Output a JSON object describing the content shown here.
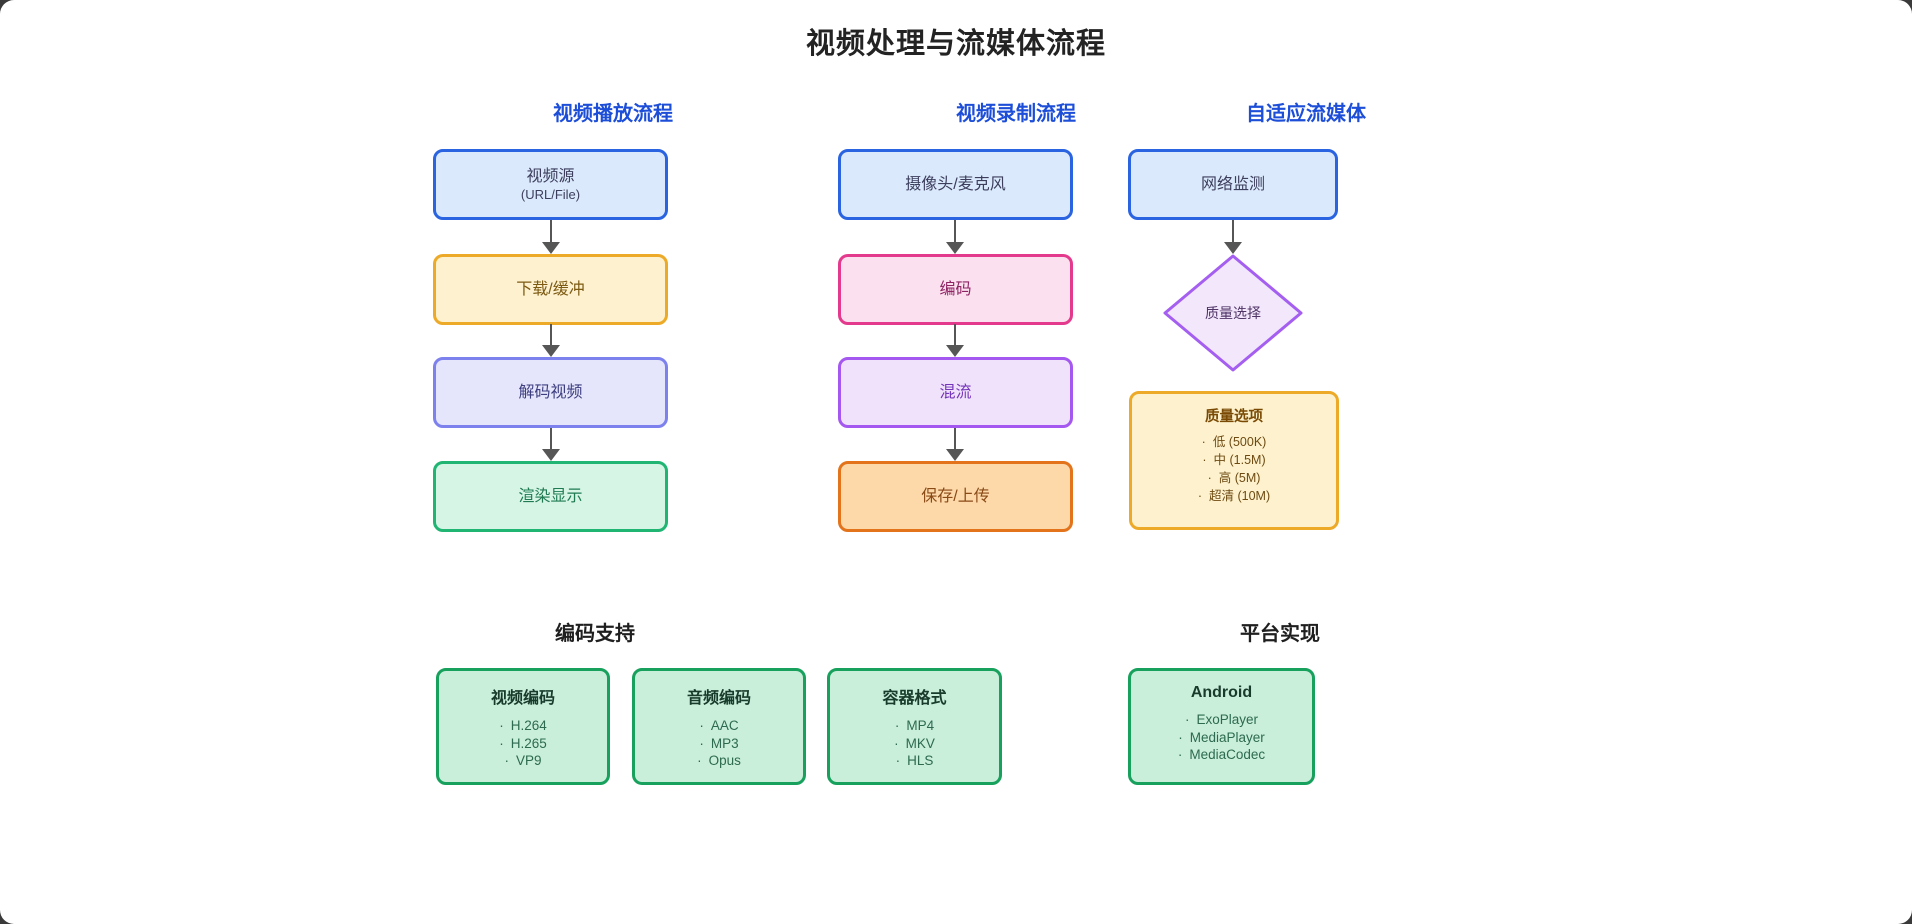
{
  "title": "视频处理与流媒体流程",
  "flows": {
    "playback": {
      "header": "视频播放流程",
      "nodes": {
        "source": {
          "label": "视频源",
          "sublabel": "(URL/File)"
        },
        "buffer": {
          "label": "下载/缓冲"
        },
        "decode": {
          "label": "解码视频"
        },
        "render": {
          "label": "渲染显示"
        }
      }
    },
    "recording": {
      "header": "视频录制流程",
      "nodes": {
        "capture": {
          "label": "摄像头/麦克风"
        },
        "encode": {
          "label": "编码"
        },
        "mux": {
          "label": "混流"
        },
        "save": {
          "label": "保存/上传"
        }
      }
    },
    "adaptive": {
      "header": "自适应流媒体",
      "nodes": {
        "monitor": {
          "label": "网络监测"
        },
        "quality": {
          "label": "质量选择"
        }
      },
      "quality_card": {
        "title": "质量选项",
        "items": [
          "低 (500K)",
          "中 (1.5M)",
          "高 (5M)",
          "超清 (10M)"
        ]
      }
    }
  },
  "sections": {
    "codecs": {
      "header": "编码支持",
      "cards": {
        "video": {
          "title": "视频编码",
          "items": [
            "H.264",
            "H.265",
            "VP9"
          ]
        },
        "audio": {
          "title": "音频编码",
          "items": [
            "AAC",
            "MP3",
            "Opus"
          ]
        },
        "container": {
          "title": "容器格式",
          "items": [
            "MP4",
            "MKV",
            "HLS"
          ]
        }
      }
    },
    "platform": {
      "header": "平台实现",
      "cards": {
        "android": {
          "title": "Android",
          "items": [
            "ExoPlayer",
            "MediaPlayer",
            "MediaCodec"
          ]
        }
      }
    }
  },
  "colors": {
    "flow_header_blue": "#1d4ed8",
    "arrow_gray": "#565656",
    "node_blue_fill": "#dbe9fc",
    "node_blue_border": "#2a64e0",
    "node_yellow_fill": "#fdf1cf",
    "node_yellow_border": "#edaa28",
    "node_lavender_fill": "#e5e5fb",
    "node_lavender_border": "#7d81ee",
    "node_green_fill": "#d6f5e5",
    "node_green_border": "#20b573",
    "node_pink_fill": "#fbe1ef",
    "node_pink_border": "#e43a8e",
    "node_purple_fill": "#f1e2fc",
    "node_purple_border": "#a458f0",
    "node_orange_fill": "#fdd9aa",
    "node_orange_border": "#e3741c",
    "diamond_fill": "#f3e7fc",
    "diamond_border": "#a55ff0",
    "card_green_fill": "#c9eeda",
    "card_green_border": "#17a15c",
    "card_amber_fill": "#fdf2cd",
    "card_amber_border": "#edaa28"
  }
}
